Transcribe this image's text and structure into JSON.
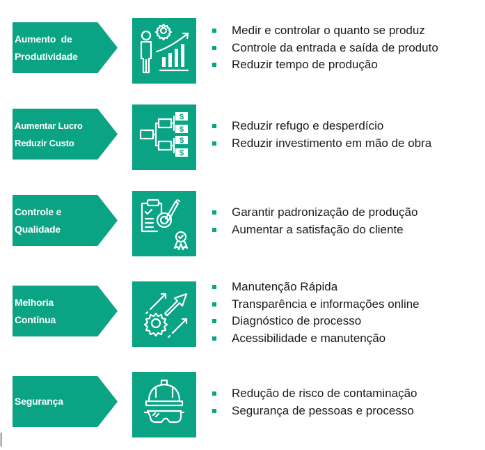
{
  "colors": {
    "accent": "#0aa384",
    "text": "#1a1a1a",
    "label_text": "#ffffff"
  },
  "sections": [
    {
      "label_lines": [
        "Aumento  de",
        "Produtividade"
      ],
      "icon": "productivity-icon",
      "bullets": [
        "Medir e controlar o quanto se produz",
        "Controle da entrada e saída de produto",
        "Reduzir tempo de produção"
      ]
    },
    {
      "label_lines": [
        "Aumentar Lucro",
        "Reduzir Custo"
      ],
      "icon": "cost-tree-icon",
      "bullets": [
        "Reduzir refugo e desperdício",
        "Reduzir investimento em mão de obra"
      ]
    },
    {
      "label_lines": [
        "Controle e",
        "Qualidade"
      ],
      "icon": "quality-control-icon",
      "bullets": [
        "Garantir padronização de produção",
        "Aumentar a satisfação do cliente"
      ]
    },
    {
      "label_lines": [
        "Melhoria",
        "Contínua"
      ],
      "icon": "continuous-improvement-icon",
      "bullets": [
        "Manutenção Rápida",
        "Transparência e informações online",
        "Diagnóstico de processo",
        "Acessibilidade e manutenção"
      ]
    },
    {
      "label_lines": [
        "Segurança"
      ],
      "icon": "safety-helmet-icon",
      "bullets": [
        "Redução de risco de contaminação",
        "Segurança de pessoas e processo"
      ]
    }
  ]
}
